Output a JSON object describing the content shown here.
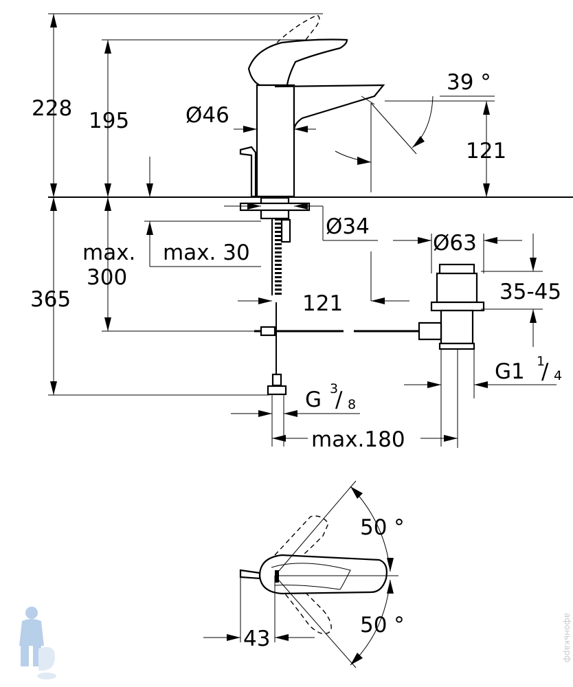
{
  "dimensions": {
    "height_total": "228",
    "height_spout": "195",
    "diameter_body": "Ø46",
    "lever_angle": "39 °",
    "spout_height": "121",
    "diameter_hole": "Ø34",
    "max_thickness_label": "max.",
    "max_thickness_value": "300",
    "max_30": "max. 30",
    "below_height": "365",
    "spout_reach": "121",
    "diameter_waste": "Ø63",
    "waste_range": "35-45",
    "thread_waste_main": "G1",
    "thread_waste_num": "1",
    "thread_waste_den": "4",
    "thread_supply_main": "G",
    "thread_supply_num": "3",
    "thread_supply_den": "8",
    "max_180": "max.180",
    "rotation_top": "50 °",
    "rotation_bottom": "50 °",
    "lever_offset": "43"
  },
  "watermark": "афонькарф"
}
